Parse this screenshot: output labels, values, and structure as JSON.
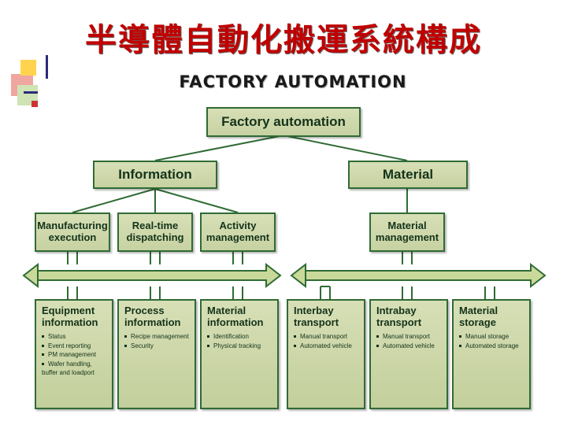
{
  "slide": {
    "title": "半導體自動化搬運系統構成"
  },
  "diagram": {
    "heading": "FACTORY AUTOMATION",
    "root": {
      "label": "Factory automation"
    },
    "branches": [
      {
        "label": "Information"
      },
      {
        "label": "Material"
      }
    ],
    "functions": [
      {
        "label": "Manufacturing execution"
      },
      {
        "label": "Real-time dispatching"
      },
      {
        "label": "Activity management"
      },
      {
        "label": "Material management"
      }
    ],
    "leaves": [
      {
        "title": "Equipment information",
        "items": [
          "Status",
          "Event reporting",
          "PM management",
          "Wafer handling,",
          "buffer and loadport"
        ]
      },
      {
        "title": "Process information",
        "items": [
          "Recipe management",
          "Security"
        ]
      },
      {
        "title": "Material information",
        "items": [
          "Identification",
          "Physical tracking"
        ]
      },
      {
        "title": "Interbay transport",
        "items": [
          "Manual transport",
          "Automated vehicle"
        ]
      },
      {
        "title": "Intrabay transport",
        "items": [
          "Manual transport",
          "Automated vehicle"
        ]
      },
      {
        "title": "Material storage",
        "items": [
          "Manual storage",
          "Automated storage"
        ]
      }
    ],
    "arrows": [
      {
        "name": "information-bus-arrow"
      },
      {
        "name": "material-bus-arrow"
      }
    ],
    "colors": {
      "box_fill": "#d0dbaa",
      "box_border": "#2f6b34",
      "title_red": "#c00000"
    }
  }
}
